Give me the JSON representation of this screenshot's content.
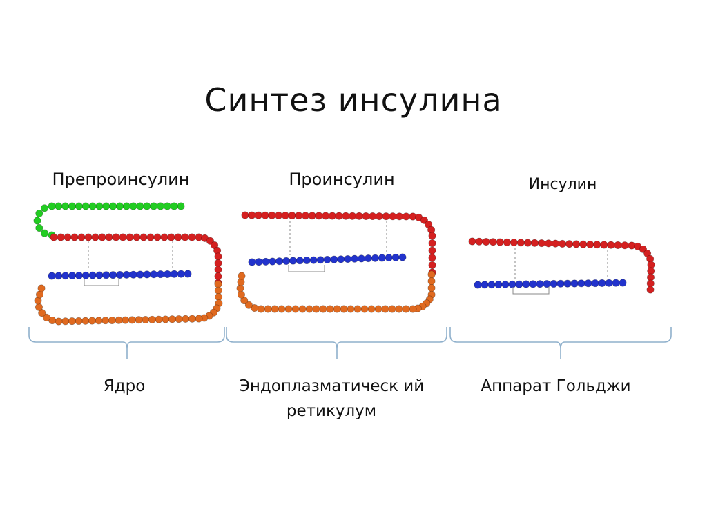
{
  "title": "Синтез инсулина",
  "stages": [
    {
      "label": "Препроинсулин",
      "location": "Ядро"
    },
    {
      "label": "Проинсулин",
      "location": "Эндоплазматическ ий ретикулум"
    },
    {
      "label": "Инсулин",
      "location": "Аппарат Гольджи"
    }
  ],
  "colors": {
    "signal_peptide": "#22cc22",
    "b_chain": "#d42020",
    "a_chain": "#2233cc",
    "c_peptide": "#e06a20",
    "bracket": "#8fb0cc"
  }
}
